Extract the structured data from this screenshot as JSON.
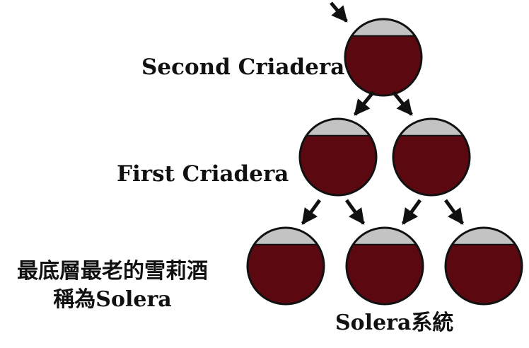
{
  "labels": {
    "second_criadera": "Second Criadera",
    "first_criadera": "First Criadera",
    "bottom_line1": "最底層最老的雪莉酒",
    "bottom_line2": "稱為Solera",
    "system": "Solera系統"
  },
  "diagram": {
    "tiers": [
      {
        "name": "Second Criadera",
        "barrels": 1
      },
      {
        "name": "First Criadera",
        "barrels": 2
      },
      {
        "name": "Solera",
        "barrels": 3
      }
    ],
    "barrel_fill_fraction": 0.78
  },
  "colors": {
    "wine": "#5c0810",
    "empty": "#c3c3c3",
    "outline": "#111111",
    "arrow": "#111111"
  }
}
